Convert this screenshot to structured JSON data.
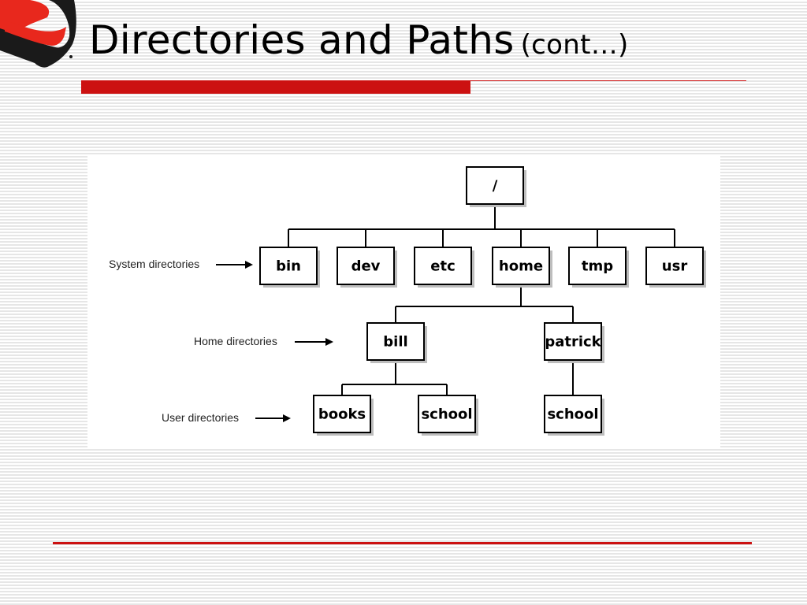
{
  "slide": {
    "title": "Directories and Paths",
    "title_suffix": "(cont…)"
  },
  "colors": {
    "accent_red": "#cc1111",
    "logo_red": "#e8281d",
    "logo_dark": "#1a1a1a",
    "node_border": "#000000",
    "panel_background": "#ffffff"
  },
  "diagram": {
    "nodes": [
      {
        "id": "root",
        "label": "/",
        "parent": null
      },
      {
        "id": "bin",
        "label": "bin",
        "parent": "root"
      },
      {
        "id": "dev",
        "label": "dev",
        "parent": "root"
      },
      {
        "id": "etc",
        "label": "etc",
        "parent": "root"
      },
      {
        "id": "home",
        "label": "home",
        "parent": "root"
      },
      {
        "id": "tmp",
        "label": "tmp",
        "parent": "root"
      },
      {
        "id": "usr",
        "label": "usr",
        "parent": "root"
      },
      {
        "id": "bill",
        "label": "bill",
        "parent": "home"
      },
      {
        "id": "patrick",
        "label": "patrick",
        "parent": "home"
      },
      {
        "id": "books",
        "label": "books",
        "parent": "bill"
      },
      {
        "id": "bill_school",
        "label": "school",
        "parent": "bill"
      },
      {
        "id": "patrick_school",
        "label": "school",
        "parent": "patrick"
      }
    ],
    "side_labels": [
      {
        "id": "system",
        "text": "System directories"
      },
      {
        "id": "home",
        "text": "Home directories"
      },
      {
        "id": "user",
        "text": "User directories"
      }
    ]
  }
}
